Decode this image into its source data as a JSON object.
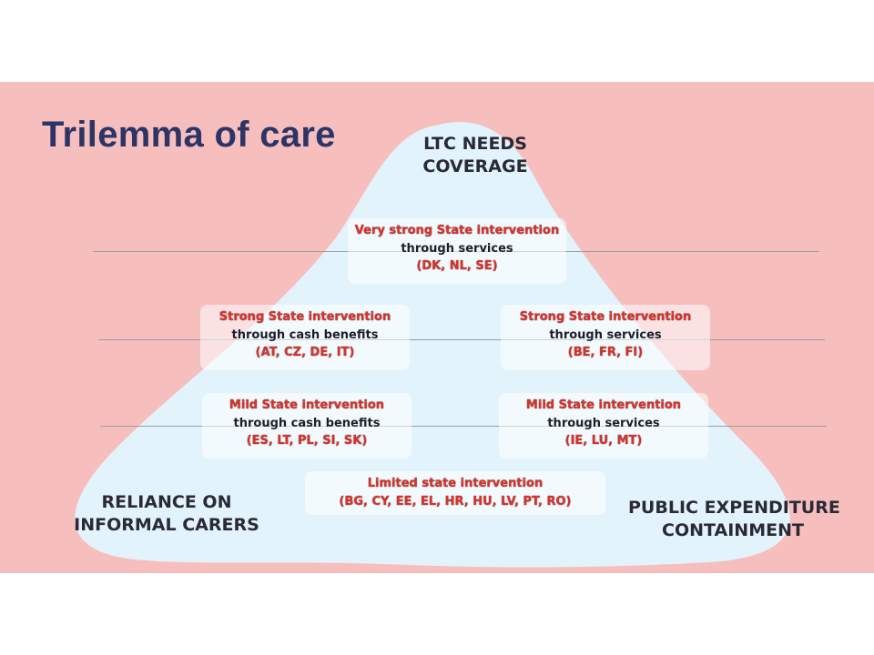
{
  "title": "Trilemma of care",
  "vertices": {
    "top": [
      "LTC NEEDS",
      "COVERAGE"
    ],
    "left": [
      "RELIANCE ON",
      "INFORMAL CARERS"
    ],
    "right": [
      "PUBLIC EXPENDITURE",
      "CONTAINMENT"
    ]
  },
  "boxes": {
    "very_strong": {
      "label": "Very strong State intervention",
      "via": "through services",
      "countries": "(DK, NL, SE)"
    },
    "strong_cash": {
      "label": "Strong State intervention",
      "via": "through cash benefits",
      "countries": "(AT, CZ, DE, IT)"
    },
    "strong_services": {
      "label": "Strong State intervention",
      "via": "through services",
      "countries": "(BE, FR, FI)"
    },
    "mild_cash": {
      "label": "Mild State intervention",
      "via": "through cash benefits",
      "countries": "(ES, LT, PL, SI, SK)"
    },
    "mild_services": {
      "label": "Mild State intervention",
      "via": "through services",
      "countries": "(IE, LU, MT)"
    },
    "limited": {
      "label": "Limited state intervention",
      "countries": "(BG, CY, EE, EL, HR, HU, LV, PT, RO)"
    }
  },
  "colors": {
    "background": "#f7bebe",
    "blob": "#e2f3fb",
    "title": "#2c3566",
    "accent_red": "#d8322b"
  }
}
